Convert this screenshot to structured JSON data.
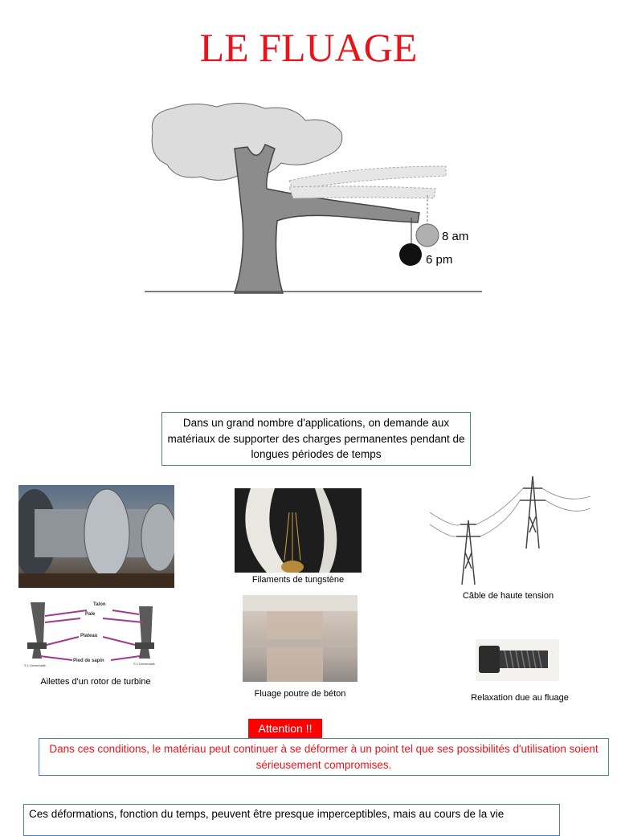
{
  "title": "LE FLUAGE",
  "tree_figure": {
    "label_8am": "8 am",
    "label_6pm": "6 pm"
  },
  "intro_text": "Dans un grand nombre d'applications, on demande aux matériaux de supporter des charges permanentes pendant de longues périodes de temps",
  "examples": {
    "bulb_caption": "Filaments de tungstène",
    "cable_caption": "Câble de haute tension",
    "blades_caption": "Ailettes d'un rotor de turbine",
    "beam_caption": "Fluage poutre de béton",
    "bolt_caption": "Relaxation  due au fluage",
    "blade_labels": {
      "talon": "Talon",
      "pale": "Pale",
      "plateau": "Plateau",
      "pied": "Pied de sapin",
      "copyright": "© L'Universalis"
    }
  },
  "attention_label": "Attention !!",
  "warning_text": "Dans ces conditions, le matériau peut continuer à se déformer à un point tel que ses possibilités d'utilisation soient sérieusement compromises.",
  "final_text": "Ces déformations, fonction du temps, peuvent être presque imperceptibles, mais au cours de la vie",
  "colors": {
    "title_red": "#e8141b",
    "box_border": "#4a7ebb",
    "attention_bg": "#ff0000"
  }
}
